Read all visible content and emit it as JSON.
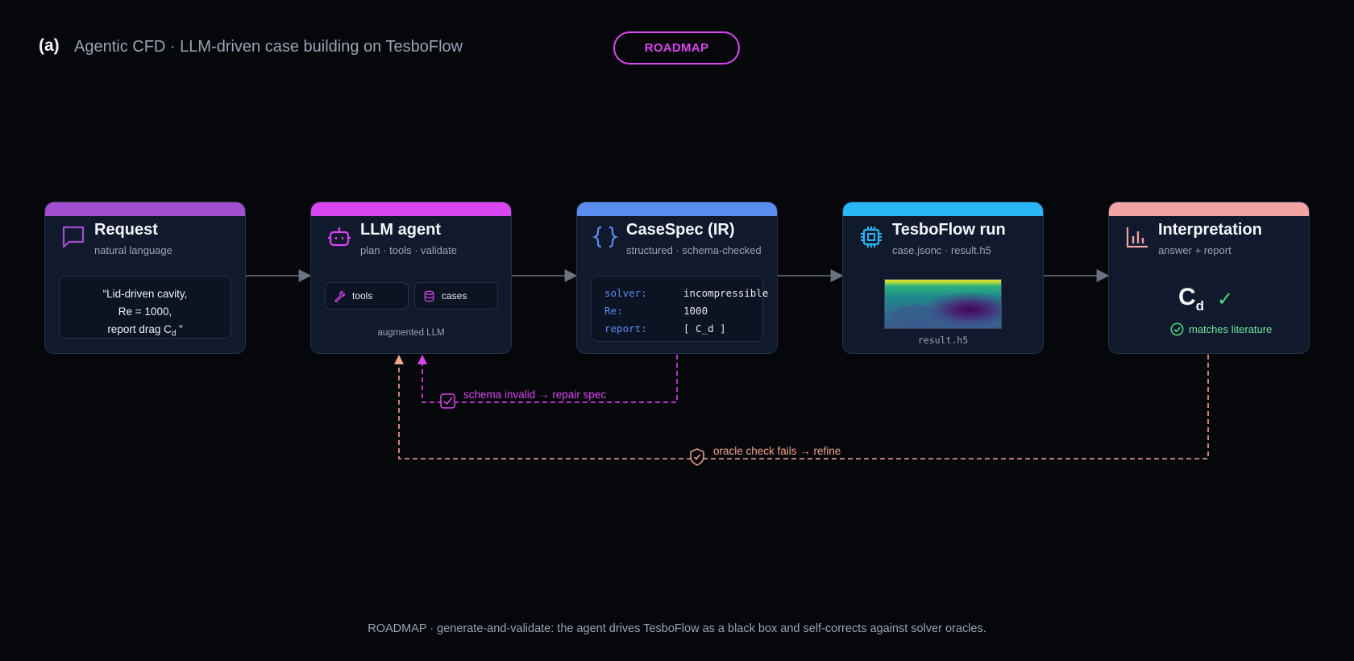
{
  "header": {
    "tag": "(a)",
    "title": "Agentic CFD · LLM-driven case building on TesboFlow",
    "badge": "ROADMAP"
  },
  "colors": {
    "request": "#a24fcf",
    "agent": "#d946ef",
    "casespec": "#5b8def",
    "run": "#29b6f6",
    "interpretation": "#f0a3a0",
    "repair_loop": "#d946ef",
    "oracle_loop": "#f3a68f",
    "arrow": "#6b7280"
  },
  "nodes": {
    "request": {
      "title": "Request",
      "subtitle": "natural language",
      "icon": "chat-bubble-icon",
      "quote_line1": "“Lid-driven cavity,",
      "quote_line2": "Re = 1000,",
      "quote_line3_prefix": "report drag C",
      "quote_line3_sub": "d",
      "quote_line3_suffix": " ”"
    },
    "agent": {
      "title": "LLM agent",
      "subtitle": "plan · tools · validate",
      "icon": "robot-icon",
      "chip_tools": "tools",
      "chip_cases": "cases",
      "footer": "augmented LLM"
    },
    "casespec": {
      "title": "CaseSpec (IR)",
      "subtitle": "structured · schema-checked",
      "icon": "braces-icon",
      "rows": [
        {
          "key": "solver:",
          "value": "incompressible"
        },
        {
          "key": "Re:",
          "value": "1000"
        },
        {
          "key": "report:",
          "value": "[ C_d ]"
        }
      ]
    },
    "run": {
      "title": "TesboFlow run",
      "subtitle": "case.jsonc · result.h5",
      "icon": "chip-icon",
      "file": "result.h5"
    },
    "interpretation": {
      "title": "Interpretation",
      "subtitle": "answer + report",
      "icon": "bar-chart-icon",
      "symbol": "C",
      "symbol_sub": "d",
      "check": "✓",
      "status": "matches literature"
    }
  },
  "loops": {
    "repair": "schema invalid → repair spec",
    "oracle": "oracle check fails → refine"
  },
  "caption": "ROADMAP · generate-and-validate: the agent drives TesboFlow as a black box and self-corrects against solver oracles."
}
